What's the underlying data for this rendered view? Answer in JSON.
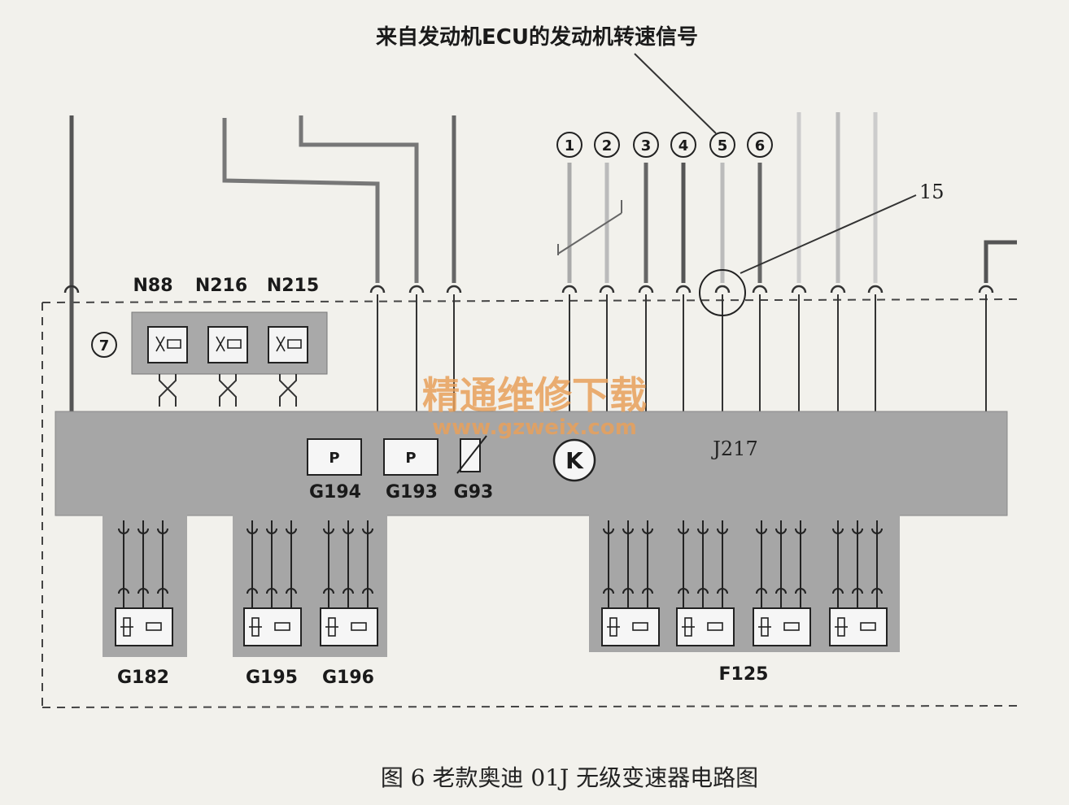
{
  "annotation": {
    "engine_speed_signal": "来自发动机ECU的发动机转速信号",
    "callout_15": "15"
  },
  "markers": [
    "1",
    "2",
    "3",
    "4",
    "5",
    "6"
  ],
  "solenoid_group": {
    "marker": "7",
    "labels": [
      "N88",
      "N216",
      "N215"
    ]
  },
  "control_unit": {
    "label": "J217",
    "k_symbol": "K"
  },
  "sensors": {
    "pressure_1": {
      "symbol": "P",
      "label": "G194"
    },
    "pressure_2": {
      "symbol": "P",
      "label": "G193"
    },
    "temperature": {
      "label": "G93"
    }
  },
  "bottom_modules": {
    "g182": "G182",
    "g195": "G195",
    "g196": "G196",
    "f125": "F125"
  },
  "watermark": {
    "line1": "精通维修下载",
    "line2": "www.gzweix.com"
  },
  "caption": "图 6  老款奥迪 01J 无级变速器电路图"
}
